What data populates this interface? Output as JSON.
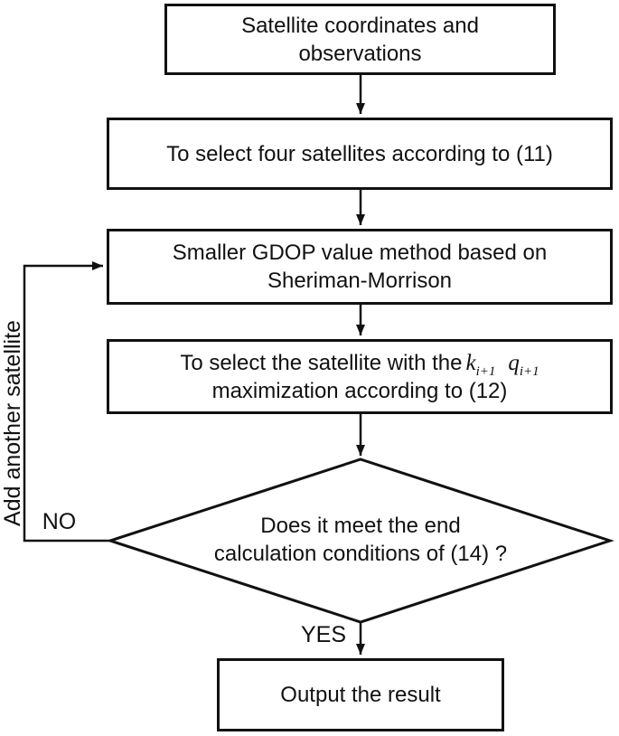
{
  "nodes": {
    "start": {
      "line1": "Satellite coordinates and",
      "line2": "observations"
    },
    "select_four": {
      "line1": "To select four satellites according to (11)"
    },
    "gdop": {
      "line1": "Smaller GDOP value method based on",
      "line2": "Sheriman-Morrison"
    },
    "select_max": {
      "line1_text": "To select the satellite with the",
      "k_var": "k",
      "k_sub": "i+1",
      "q_var": "q",
      "q_sub": "i+1",
      "line2": "maximization according to (12)"
    },
    "decision": {
      "line1": "Does it meet the end",
      "line2": "calculation conditions of (14) ?"
    },
    "output": {
      "line1": "Output the result"
    }
  },
  "edge_labels": {
    "no": "NO",
    "yes": "YES",
    "loop_back": "Add another satellite"
  },
  "colors": {
    "line": "#111111",
    "text": "#111111",
    "node_fill": "#ffffff",
    "background": "#ffffff"
  }
}
